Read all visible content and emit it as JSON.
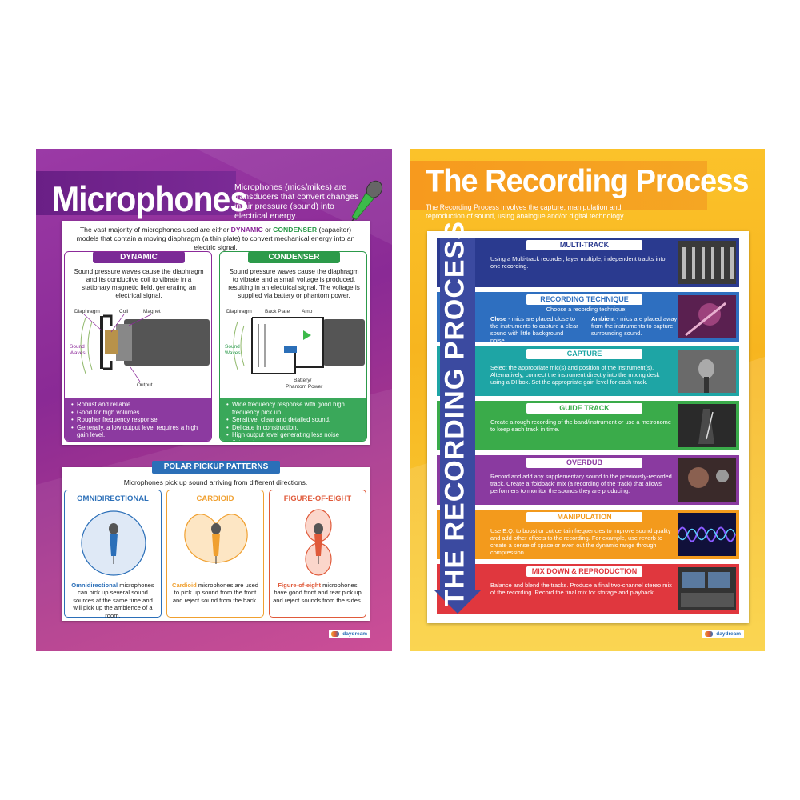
{
  "left_poster": {
    "title": "Microphones",
    "intro": "Microphones (mics/mikes) are transducers that convert changes in air pressure (sound) into electrical energy.",
    "overview": {
      "part1": "The vast majority of microphones used are either ",
      "dynamic": "DYNAMIC",
      "part2": " or ",
      "condenser": "CONDENSER",
      "part3": " (capacitor) models that contain a moving diaphragm (a thin plate) to convert mechanical energy into an electric signal."
    },
    "dynamic": {
      "label": "DYNAMIC",
      "description": "Sound pressure waves cause the diaphragm and its conductive coil to vibrate in a stationary magnetic field, generating an electrical signal.",
      "diagram_labels": {
        "diaphragm": "Diaphragm",
        "coil": "Coil",
        "magnet": "Magnet",
        "sound": "Sound",
        "waves": "Waves",
        "output": "Output"
      },
      "bullets": [
        "Robust and reliable.",
        "Good for high volumes.",
        "Rougher frequency response.",
        "Generally, a low output level requires a high gain level."
      ]
    },
    "condenser": {
      "label": "CONDENSER",
      "description": "Sound pressure waves cause the diaphragm to vibrate and a small voltage is produced, resulting in an electrical signal. The voltage is supplied via battery or phantom power.",
      "diagram_labels": {
        "diaphragm": "Diaphragm",
        "back_plate": "Back Plate",
        "amp": "Amp",
        "sound": "Sound",
        "waves": "Waves",
        "battery": "Battery/",
        "phantom": "Phantom Power"
      },
      "bullets": [
        "Wide frequency response with good high frequency pick up.",
        "Sensitive, clear and detailed sound.",
        "Delicate in construction.",
        "High output level generating less noise (internal preamp)."
      ]
    },
    "polar": {
      "label": "POLAR PICKUP PATTERNS",
      "intro": "Microphones pick up sound arriving from different directions.",
      "patterns": [
        {
          "title": "OMNIDIRECTIONAL",
          "bold": "Omnidirectional",
          "text": " microphones can pick up several sound sources at the same time and will pick up the ambience of a room."
        },
        {
          "title": "CARDIOID",
          "bold": "Cardioid",
          "text": " microphones are used to pick up sound from the front and reject sound from the back."
        },
        {
          "title": "FIGURE-OF-EIGHT",
          "bold": "Figure-of-eight",
          "text": " microphones have good front and rear pick up and reject sounds from the sides."
        }
      ]
    },
    "brand": "daydream"
  },
  "right_poster": {
    "title": "The Recording Process",
    "intro": "The Recording Process involves the capture, manipulation and reproduction of sound, using analogue and/or digital technology.",
    "vertical_label": "THE RECORDING PROCESS",
    "steps": [
      {
        "label": "MULTI-TRACK",
        "text": "Using a Multi-track recorder, layer multiple, independent tracks into one recording."
      },
      {
        "label": "RECORDING TECHNIQUE",
        "text": "Choose a recording technique:",
        "col1_bold": "Close",
        "col1": " - mics are placed close to the instruments to capture a clear sound with little background noise.",
        "col2_bold": "Ambient",
        "col2": " - mics are placed away from the instruments to capture surrounding sound."
      },
      {
        "label": "CAPTURE",
        "text": "Select the appropriate mic(s) and position of the instrument(s). Alternatively, connect the instrument directly into the mixing desk using a DI box. Set the appropriate gain level for each track."
      },
      {
        "label": "GUIDE TRACK",
        "text": "Create a rough recording of the band/instrument or use a metronome to keep each track in time."
      },
      {
        "label": "OVERDUB",
        "text": "Record and add any supplementary sound to the previously-recorded track. Create a 'foldback' mix (a recording of the track) that allows performers to monitor the sounds they are producing."
      },
      {
        "label": "MANIPULATION",
        "text": "Use E.Q. to boost or cut certain frequencies to improve sound quality and add other effects to the recording. For example, use reverb to create a sense of space or even out the dynamic range through compression."
      },
      {
        "label": "MIX DOWN & REPRODUCTION",
        "text": "Balance and blend the tracks. Produce a final two-channel stereo mix of the recording. Record the final mix for storage and playback."
      }
    ],
    "brand": "daydream"
  }
}
